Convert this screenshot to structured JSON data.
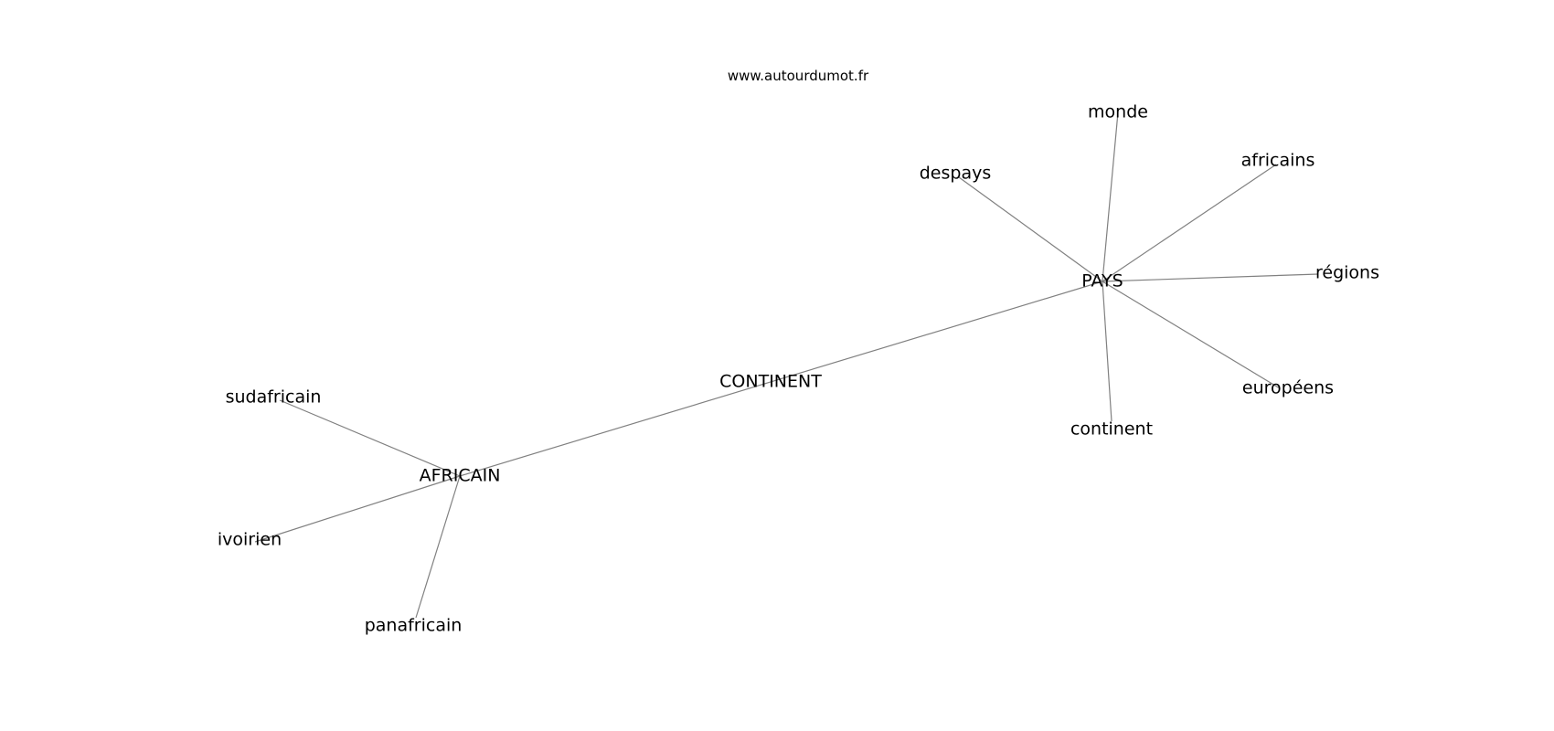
{
  "watermark": "www.autourdumot.fr",
  "nodes": [
    {
      "id": "pays",
      "label": "PAYS"
    },
    {
      "id": "continent_hub",
      "label": "CONTINENT"
    },
    {
      "id": "africain",
      "label": "AFRICAIN"
    },
    {
      "id": "monde",
      "label": "monde"
    },
    {
      "id": "africains",
      "label": "africains"
    },
    {
      "id": "despays",
      "label": "despays"
    },
    {
      "id": "regions",
      "label": "régions"
    },
    {
      "id": "europeens",
      "label": "européens"
    },
    {
      "id": "continent",
      "label": "continent"
    },
    {
      "id": "sudafricain",
      "label": "sudafricain"
    },
    {
      "id": "ivoirien",
      "label": "ivoirien"
    },
    {
      "id": "panafricain",
      "label": "panafricain"
    }
  ],
  "edges": [
    [
      "pays",
      "monde"
    ],
    [
      "pays",
      "africains"
    ],
    [
      "pays",
      "despays"
    ],
    [
      "pays",
      "regions"
    ],
    [
      "pays",
      "europeens"
    ],
    [
      "pays",
      "continent"
    ],
    [
      "pays",
      "africain"
    ],
    [
      "africain",
      "sudafricain"
    ],
    [
      "africain",
      "ivoirien"
    ],
    [
      "africain",
      "panafricain"
    ]
  ],
  "colors": {
    "edge": "#808080",
    "text": "#000000",
    "background": "#ffffff"
  }
}
